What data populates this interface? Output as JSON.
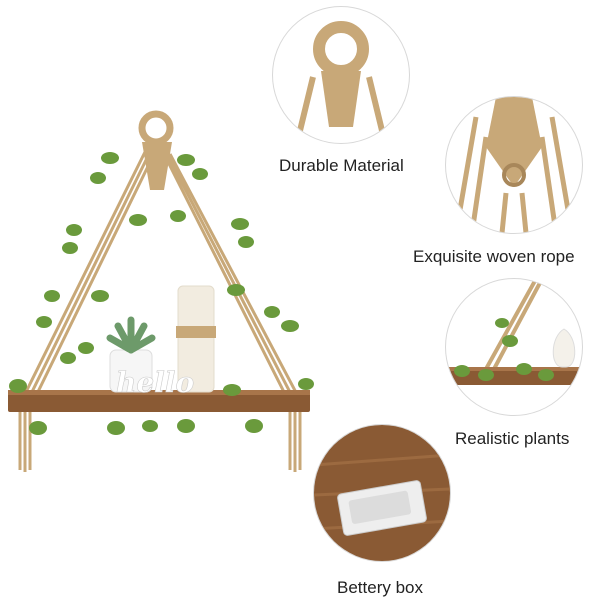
{
  "main_product": {
    "sign_text": "hello"
  },
  "details": [
    {
      "caption": "Durable Material",
      "icon": "rope-ring-closeup"
    },
    {
      "caption": "Exquisite woven rope",
      "icon": "woven-knot-closeup"
    },
    {
      "caption": "Realistic plants",
      "icon": "shelf-plant-closeup"
    },
    {
      "caption": "Bettery box",
      "icon": "battery-box-closeup"
    }
  ],
  "colors": {
    "rope": "#c8a878",
    "wood": "#8a5a34",
    "leaf": "#6a9a3c",
    "candle": "#f2ece0"
  }
}
